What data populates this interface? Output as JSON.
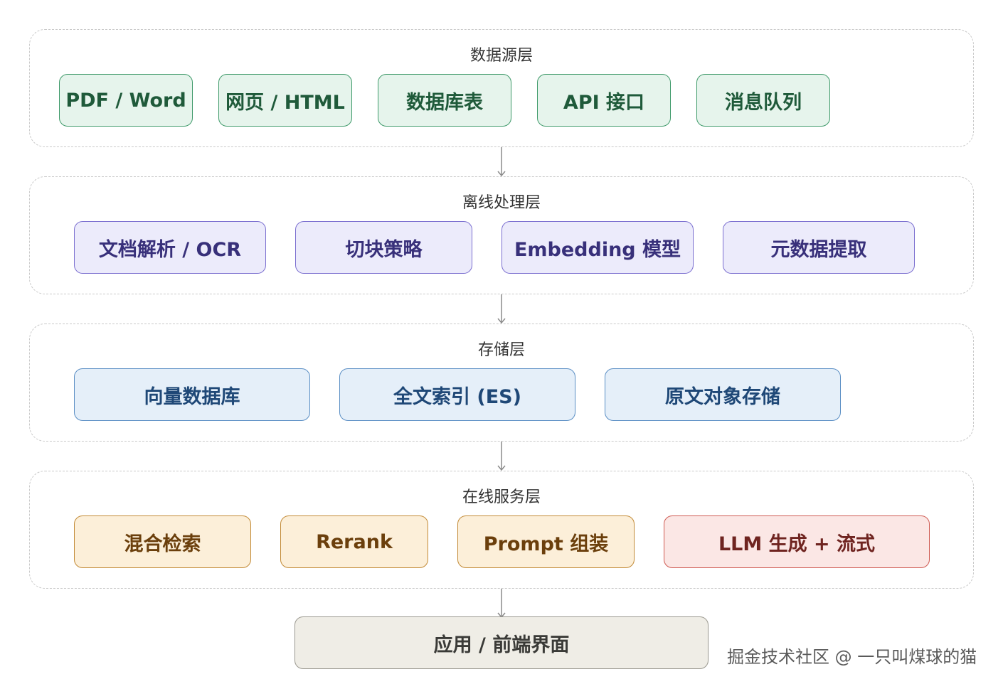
{
  "layers": [
    {
      "title": "数据源层",
      "nodes": [
        "PDF / Word",
        "网页 / HTML",
        "数据库表",
        "API 接口",
        "消息队列"
      ]
    },
    {
      "title": "离线处理层",
      "nodes": [
        "文档解析 / OCR",
        "切块策略",
        "Embedding 模型",
        "元数据提取"
      ]
    },
    {
      "title": "存储层",
      "nodes": [
        "向量数据库",
        "全文索引 (ES)",
        "原文对象存储"
      ]
    },
    {
      "title": "在线服务层",
      "nodes": [
        "混合检索",
        "Rerank",
        "Prompt 组装",
        "LLM 生成 + 流式"
      ]
    }
  ],
  "final_node": "应用 / 前端界面",
  "watermark": "掘金技术社区 @ 一只叫煤球的猫",
  "colors": {
    "source": "#3f9a6a",
    "offline": "#7b6fd0",
    "storage": "#5a8ec4",
    "service": "#c28a36",
    "llm": "#cf5a52",
    "app": "#9a988f",
    "arrow": "#8a8a8a"
  }
}
